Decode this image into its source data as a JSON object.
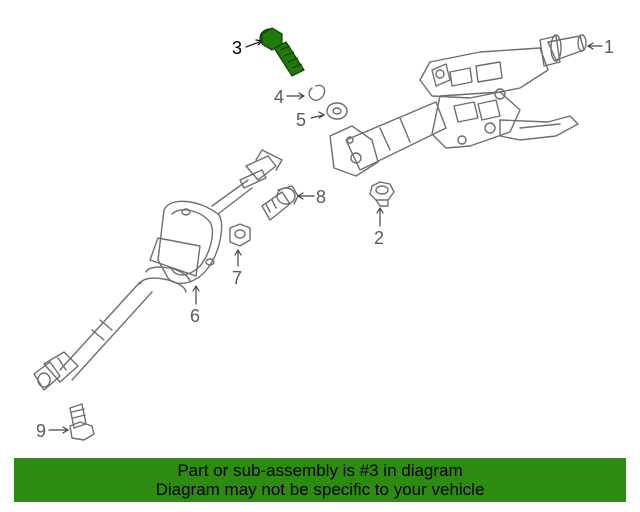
{
  "callouts": {
    "c1": "1",
    "c2": "2",
    "c3": "3",
    "c4": "4",
    "c5": "5",
    "c6": "6",
    "c7": "7",
    "c8": "8",
    "c9": "9"
  },
  "highlight_part": "3",
  "colors": {
    "diagram_line": "#6e6e6e",
    "highlight_part": "#1f7a0a",
    "footer_bg": "#2e8b12",
    "footer_text": "#000000"
  },
  "footer": {
    "line1": "Part or sub-assembly is #3 in diagram",
    "line2": "Diagram may not be specific to your vehicle"
  }
}
